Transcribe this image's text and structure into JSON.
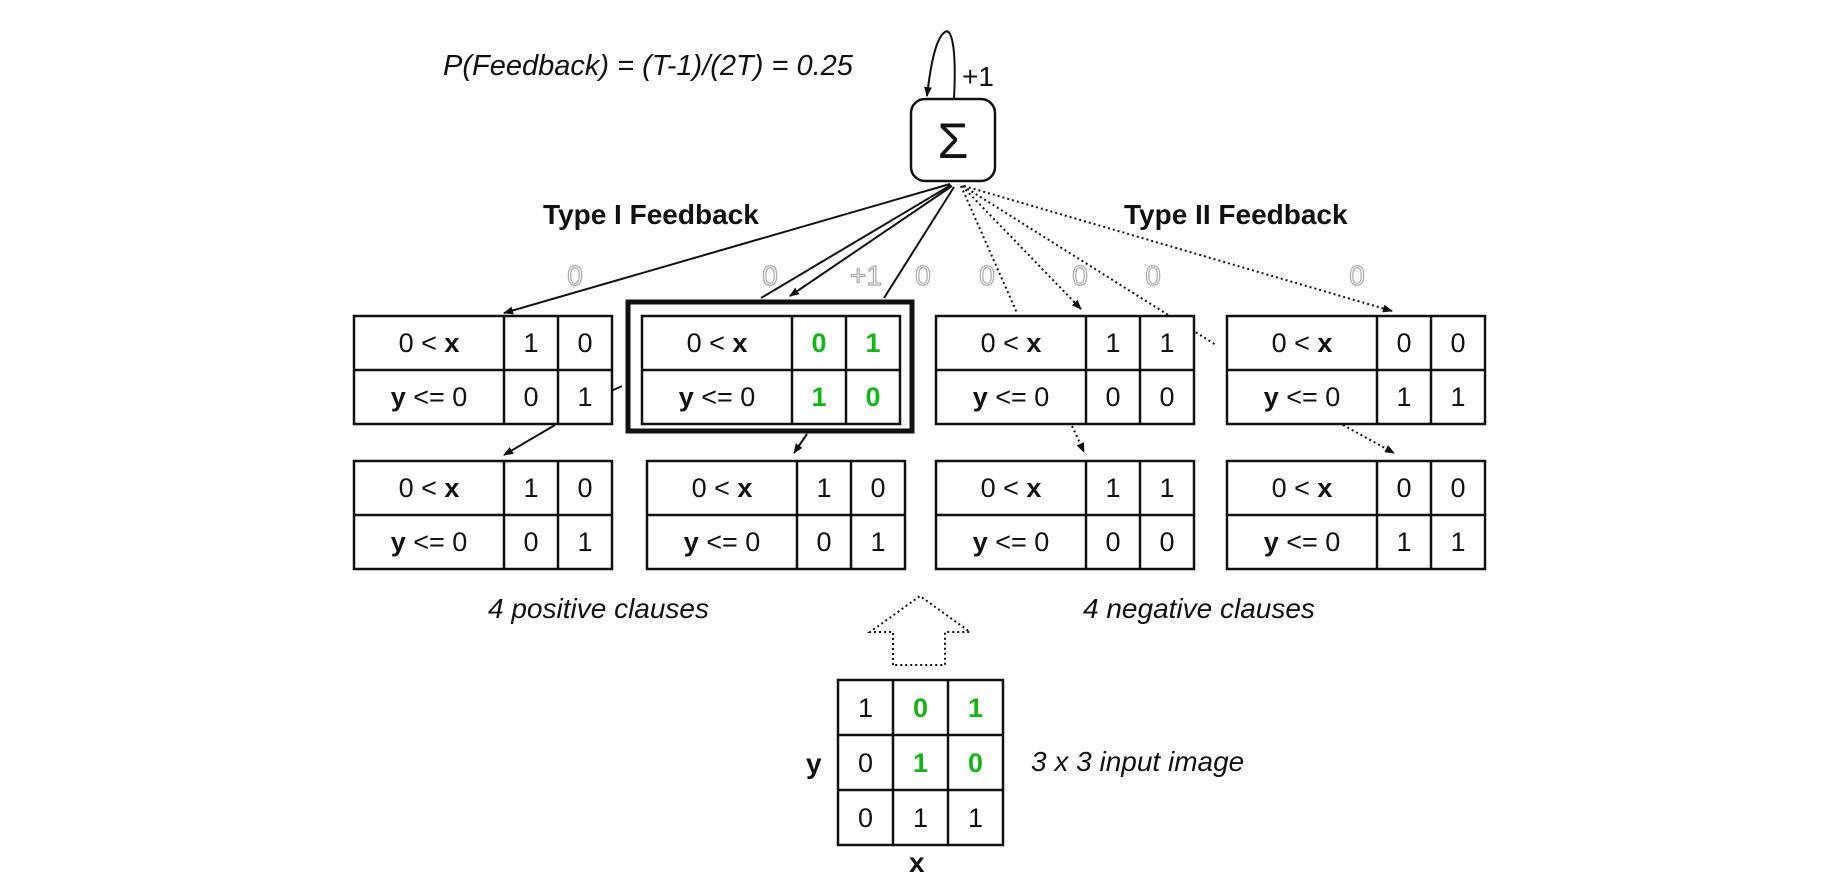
{
  "equation": "P(Feedback) = (T-1)/(2T) = 0.25",
  "self_loop_label": "+1",
  "sum_symbol": "Σ",
  "type1_label": "Type I Feedback",
  "type2_label": "Type II Feedback",
  "feedback_values": [
    "0",
    "0",
    "+1",
    "0",
    "0",
    "0",
    "0",
    "0"
  ],
  "clause_row_labels": {
    "x_prefix": "0 < ",
    "x_var": "x",
    "y_var": "y",
    "y_suffix": " <= 0"
  },
  "positive_caption": "4 positive clauses",
  "negative_caption": "4 negative clauses",
  "clauses": [
    {
      "cells": [
        [
          "1",
          "0"
        ],
        [
          "0",
          "1"
        ]
      ]
    },
    {
      "cells": [
        [
          "0",
          "1"
        ],
        [
          "1",
          "0"
        ]
      ],
      "highlight": true
    },
    {
      "cells": [
        [
          "1",
          "1"
        ],
        [
          "0",
          "0"
        ]
      ]
    },
    {
      "cells": [
        [
          "0",
          "0"
        ],
        [
          "1",
          "1"
        ]
      ]
    },
    {
      "cells": [
        [
          "1",
          "0"
        ],
        [
          "0",
          "1"
        ]
      ]
    },
    {
      "cells": [
        [
          "1",
          "0"
        ],
        [
          "0",
          "1"
        ]
      ]
    },
    {
      "cells": [
        [
          "1",
          "1"
        ],
        [
          "0",
          "0"
        ]
      ]
    },
    {
      "cells": [
        [
          "0",
          "0"
        ],
        [
          "1",
          "1"
        ]
      ]
    }
  ],
  "input_image": {
    "caption": "3 x 3 input image",
    "grid": [
      [
        "1",
        "0",
        "1"
      ],
      [
        "0",
        "1",
        "0"
      ],
      [
        "0",
        "1",
        "1"
      ]
    ],
    "highlighted": [
      [
        0,
        1
      ],
      [
        0,
        2
      ],
      [
        1,
        1
      ],
      [
        1,
        2
      ]
    ],
    "x_label": "x",
    "y_label": "y"
  },
  "colors": {
    "highlight": "#18b318",
    "feedback_text": "#aaaaaa",
    "line": "#111111"
  }
}
